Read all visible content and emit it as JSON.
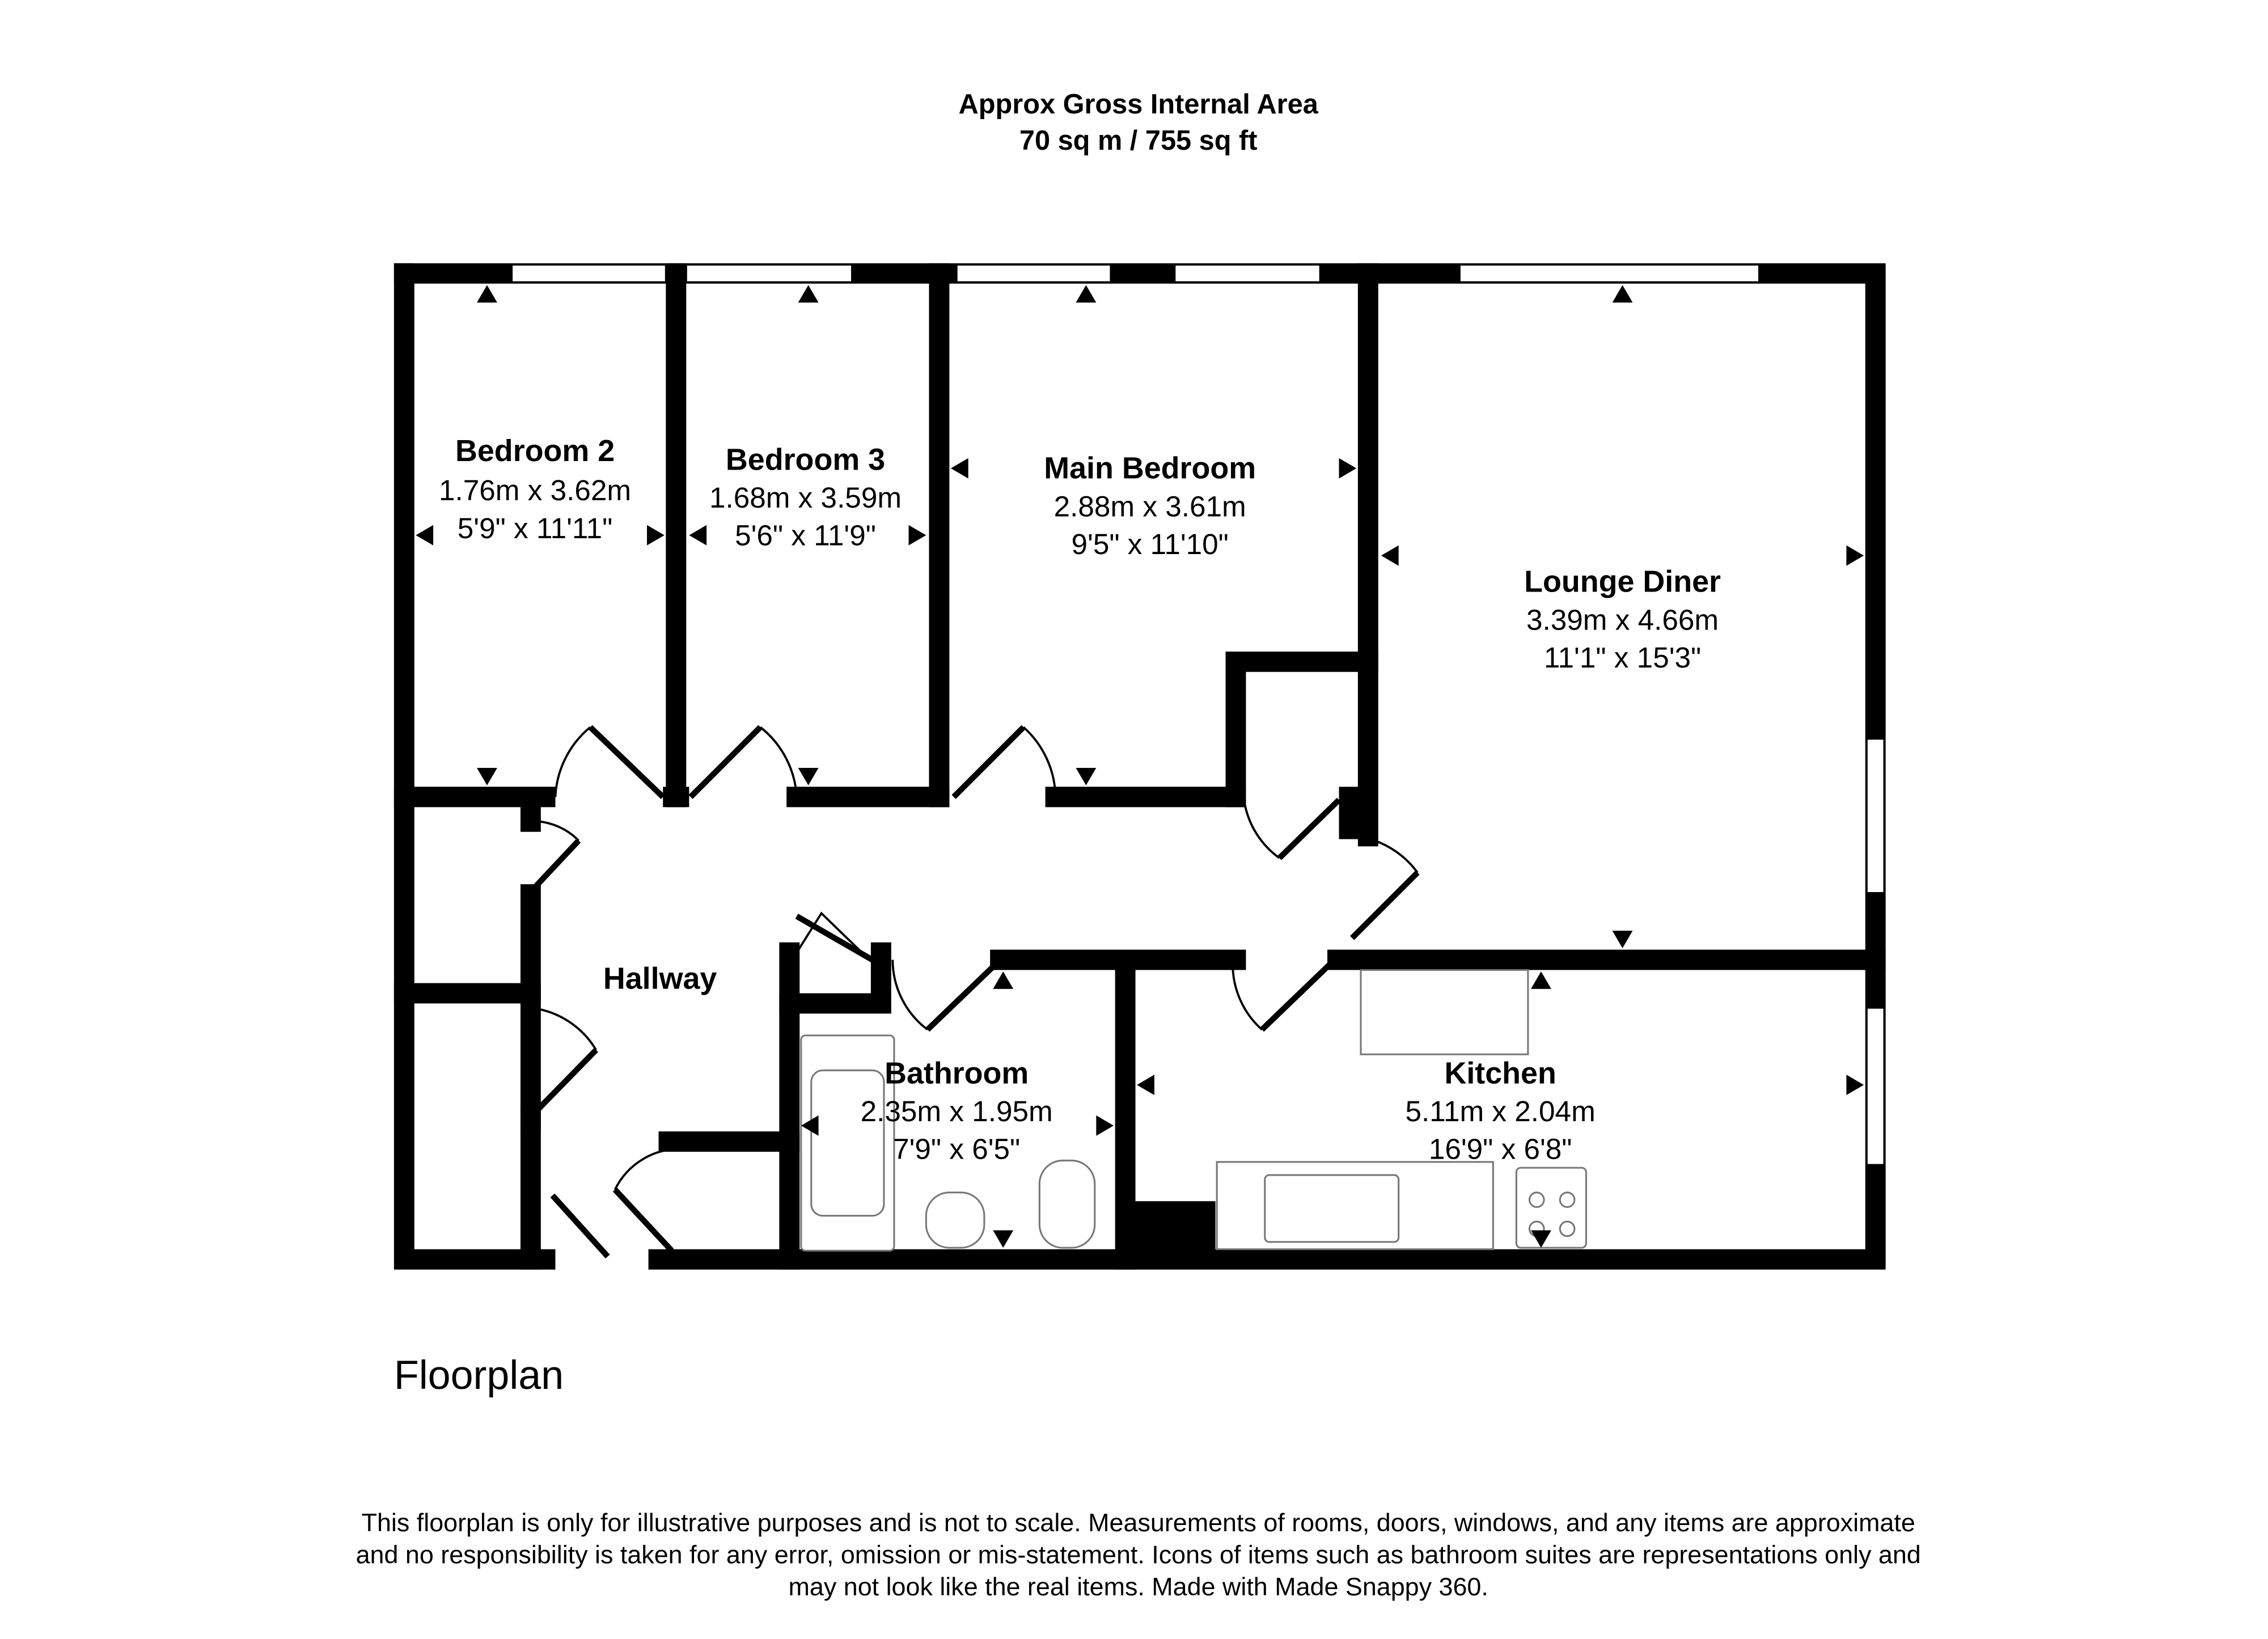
{
  "header": {
    "line1": "Approx Gross Internal Area",
    "line2": "70 sq m / 755 sq ft"
  },
  "rooms": {
    "bedroom2": {
      "name": "Bedroom 2",
      "metric": "1.76m x 3.62m",
      "imperial": "5'9\" x 11'11\""
    },
    "bedroom3": {
      "name": "Bedroom 3",
      "metric": "1.68m x 3.59m",
      "imperial": "5'6\" x 11'9\""
    },
    "main_bedroom": {
      "name": "Main Bedroom",
      "metric": "2.88m x 3.61m",
      "imperial": "9'5\" x 11'10\""
    },
    "lounge_diner": {
      "name": "Lounge Diner",
      "metric": "3.39m x 4.66m",
      "imperial": "11'1\" x 15'3\""
    },
    "hallway": {
      "name": "Hallway"
    },
    "bathroom": {
      "name": "Bathroom",
      "metric": "2.35m x 1.95m",
      "imperial": "7'9\" x 6'5\""
    },
    "kitchen": {
      "name": "Kitchen",
      "metric": "5.11m x 2.04m",
      "imperial": "16'9\" x 6'8\""
    }
  },
  "floor_label": "Floorplan",
  "disclaimer": {
    "line1": "This floorplan is only for illustrative purposes and is not to scale. Measurements of rooms, doors, windows, and any items are approximate",
    "line2": "and no responsibility is taken for any error, omission or mis-statement. Icons of items such as bathroom suites are representations only and",
    "line3": "may not look like the real items. Made with Made Snappy 360."
  }
}
